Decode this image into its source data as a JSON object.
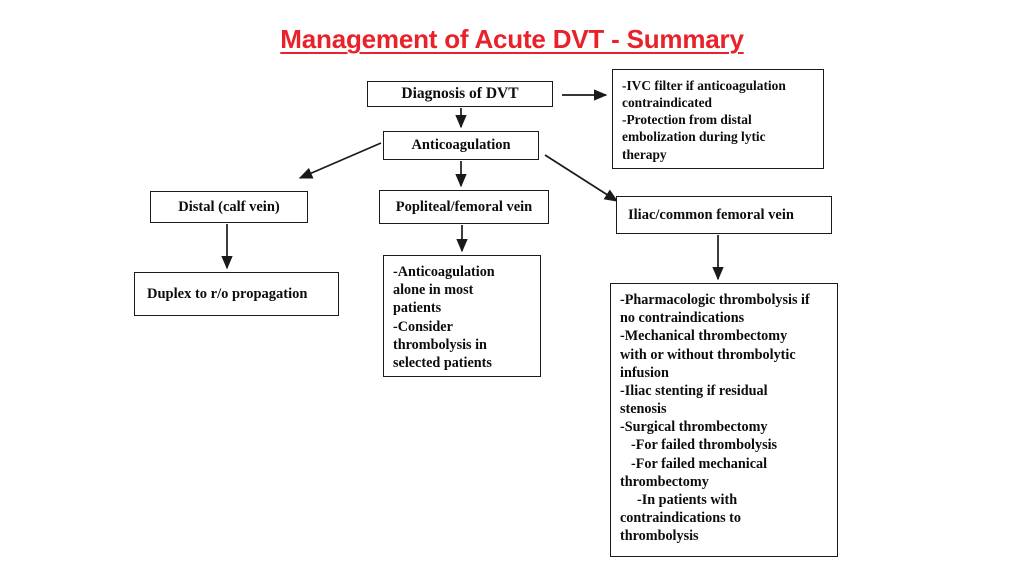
{
  "title": "Management of Acute DVT - Summary",
  "colors": {
    "title": "#e8212a",
    "box_border": "#1a1a1a",
    "text": "#0d0d0d",
    "background": "#ffffff"
  },
  "nodes": {
    "diagnosis": {
      "label": "Diagnosis of DVT"
    },
    "anticoagulation": {
      "label": "Anticoagulation"
    },
    "ivc": {
      "lines": [
        "-IVC filter if anticoagulation",
        "contraindicated",
        "-Protection from distal",
        "embolization during lytic",
        "therapy"
      ]
    },
    "distal": {
      "label": "Distal (calf vein)"
    },
    "popliteal": {
      "label": "Popliteal/femoral vein"
    },
    "iliac": {
      "label": "Iliac/common femoral vein"
    },
    "duplex": {
      "label": "Duplex to r/o propagation"
    },
    "anticoag_detail": {
      "lines": [
        "-Anticoagulation",
        "alone in most",
        "patients",
        "-Consider",
        "thrombolysis in",
        "selected patients"
      ]
    },
    "iliac_detail": {
      "lines": [
        {
          "text": "-Pharmacologic thrombolysis if",
          "indent": 0
        },
        {
          "text": "no contraindications",
          "indent": 0
        },
        {
          "text": "-Mechanical thrombectomy",
          "indent": 0
        },
        {
          "text": "with or without thrombolytic",
          "indent": 0
        },
        {
          "text": "infusion",
          "indent": 0
        },
        {
          "text": "-Iliac stenting if residual",
          "indent": 0
        },
        {
          "text": "stenosis",
          "indent": 0
        },
        {
          "text": "-Surgical thrombectomy",
          "indent": 0
        },
        {
          "text": "-For failed thrombolysis",
          "indent": 1
        },
        {
          "text": "-For failed mechanical",
          "indent": 1
        },
        {
          "text": "thrombectomy",
          "indent": 0
        },
        {
          "text": "-In patients with",
          "indent": 2
        },
        {
          "text": "contraindications to",
          "indent": 0
        },
        {
          "text": "thrombolysis",
          "indent": 0
        }
      ]
    }
  },
  "edges": [
    {
      "name": "diagnosis-to-ivc",
      "from": "diagnosis",
      "to": "ivc",
      "style": "horizontal-arrow"
    },
    {
      "name": "diagnosis-to-anticoagulation",
      "from": "diagnosis",
      "to": "anticoagulation",
      "style": "vertical-arrow"
    },
    {
      "name": "anticoagulation-to-distal",
      "from": "anticoagulation",
      "to": "distal",
      "style": "diagonal-arrow"
    },
    {
      "name": "anticoagulation-to-popliteal",
      "from": "anticoagulation",
      "to": "popliteal",
      "style": "vertical-arrow"
    },
    {
      "name": "anticoagulation-to-iliac",
      "from": "anticoagulation",
      "to": "iliac",
      "style": "diagonal-arrow"
    },
    {
      "name": "distal-to-duplex",
      "from": "distal",
      "to": "duplex",
      "style": "vertical-arrow"
    },
    {
      "name": "popliteal-to-anticoag-detail",
      "from": "popliteal",
      "to": "anticoag_detail",
      "style": "vertical-arrow"
    },
    {
      "name": "iliac-to-iliac-detail",
      "from": "iliac",
      "to": "iliac_detail",
      "style": "vertical-arrow"
    }
  ]
}
